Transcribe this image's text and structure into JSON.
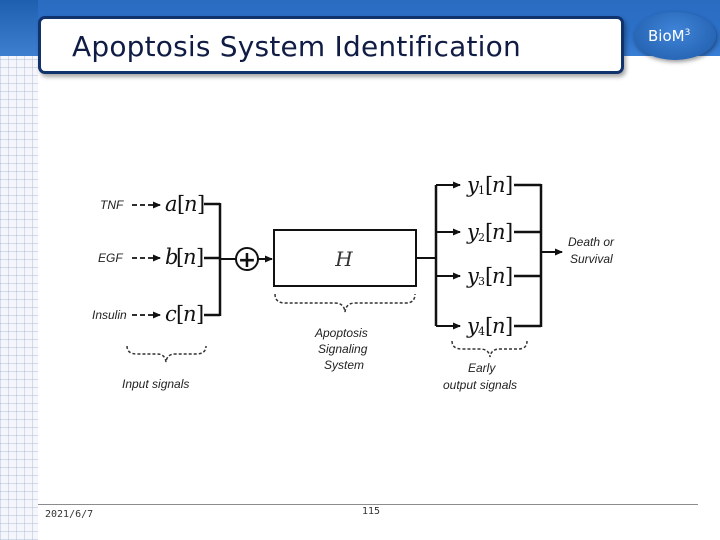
{
  "slide": {
    "title": "Apoptosis System Identification",
    "brand": {
      "name": "Bio",
      "suffix": "M",
      "superscript": "3"
    },
    "footer": {
      "date": "2021/6/7",
      "page_number": "115"
    }
  },
  "diagram": {
    "inputs": [
      {
        "label": "TNF",
        "var": "a",
        "index": "n"
      },
      {
        "label": "EGF",
        "var": "b",
        "index": "n"
      },
      {
        "label": "Insulin",
        "var": "c",
        "index": "n"
      }
    ],
    "summation_symbol": "+",
    "system_symbol": "H",
    "outputs": [
      {
        "var": "y",
        "sub": "1",
        "index": "n"
      },
      {
        "var": "y",
        "sub": "2",
        "index": "n"
      },
      {
        "var": "y",
        "sub": "3",
        "index": "n"
      },
      {
        "var": "y",
        "sub": "4",
        "index": "n"
      }
    ],
    "final_output": [
      "Death or",
      "Survival"
    ],
    "brace_labels": {
      "inputs": [
        "Input signals"
      ],
      "system": [
        "Apoptosis",
        "Signaling",
        "System"
      ],
      "outputs": [
        "Early",
        "output signals"
      ]
    }
  },
  "colors": {
    "header_blue": "#2a6cc0",
    "title_border": "#10336e",
    "title_text": "#101c44"
  }
}
